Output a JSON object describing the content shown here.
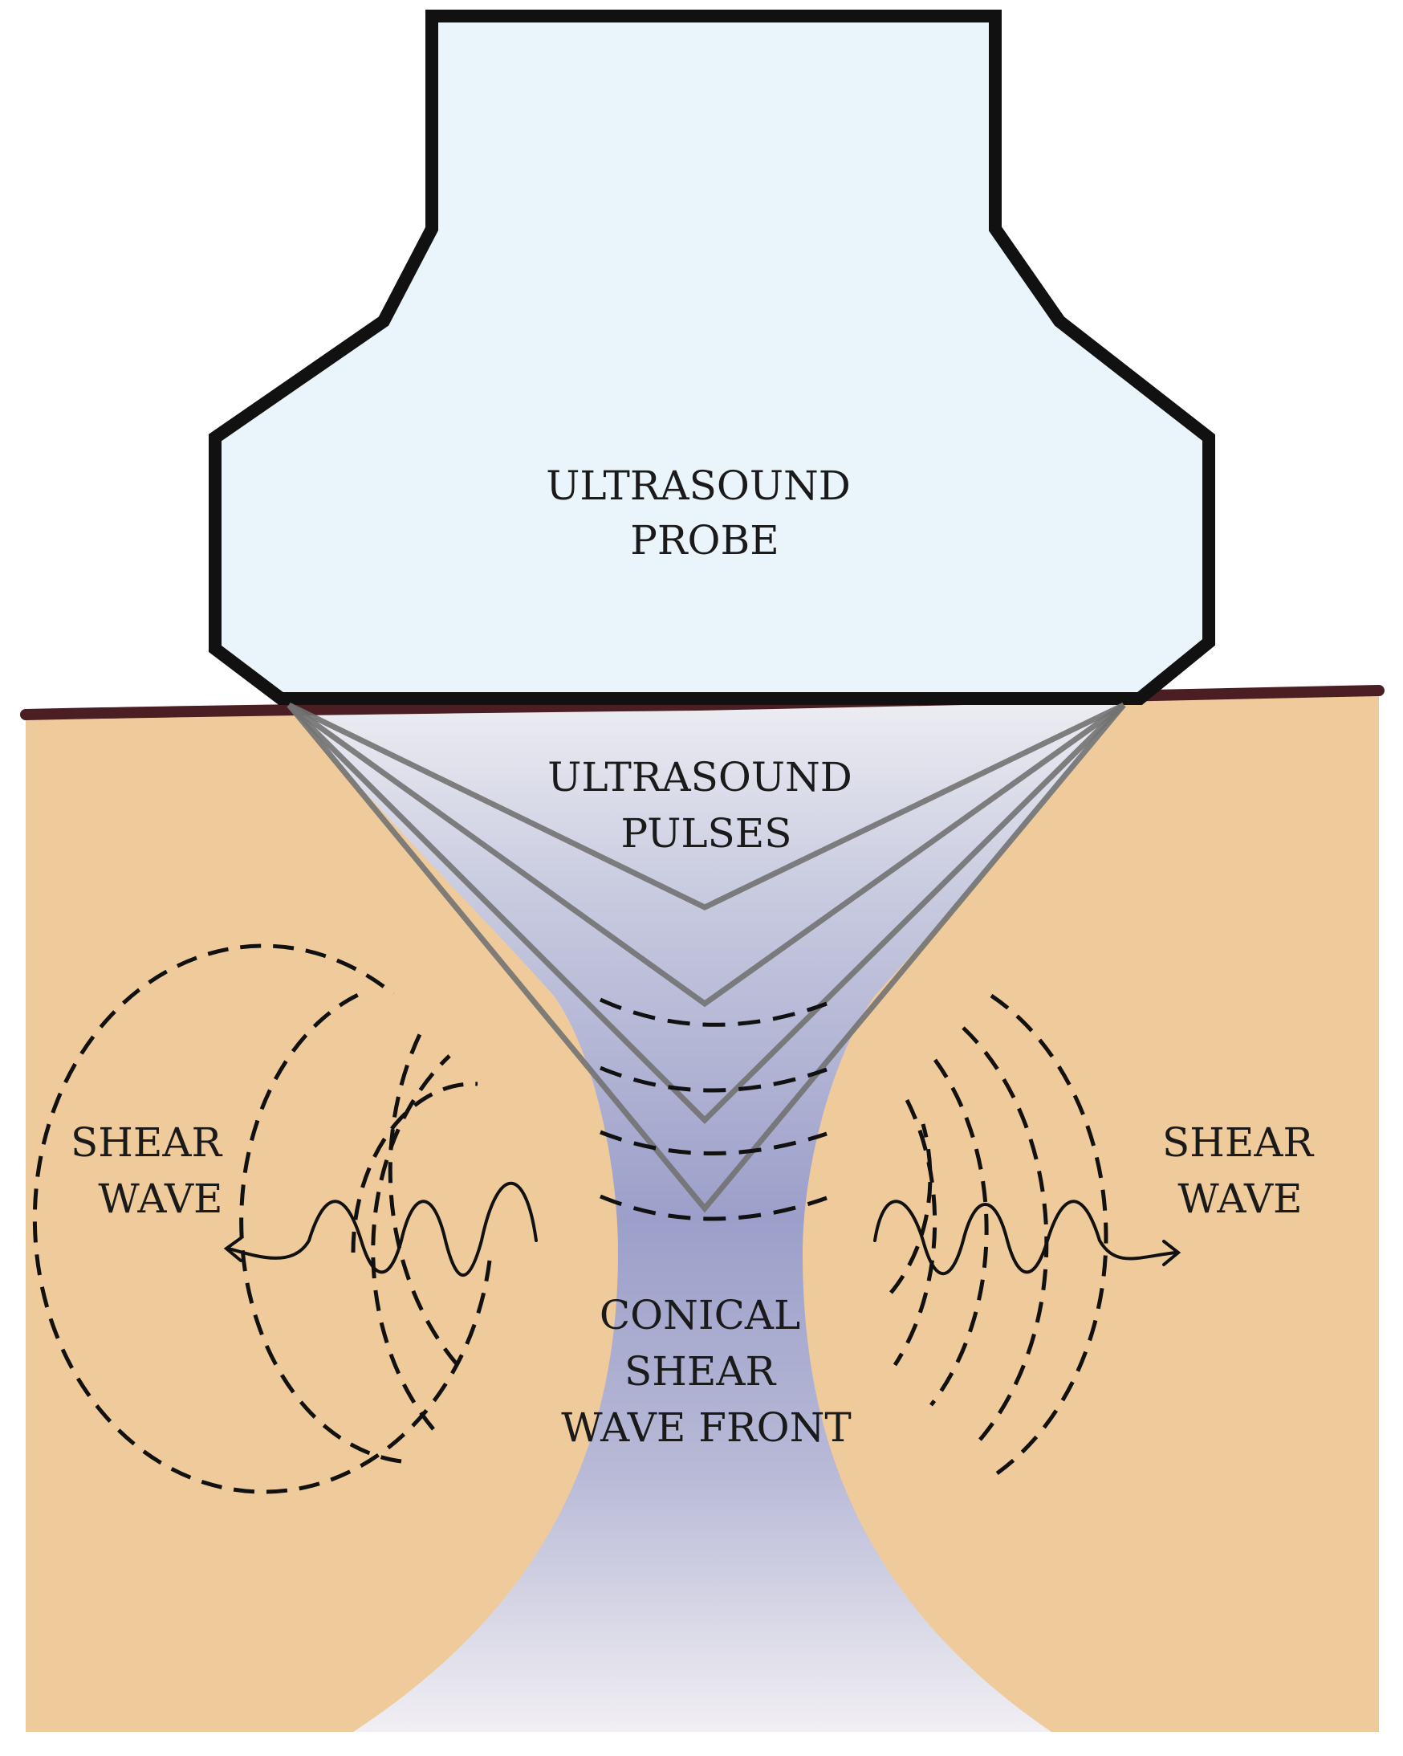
{
  "labels": {
    "probe": [
      "ULTRASOUND",
      "PROBE"
    ],
    "pulses": [
      "ULTRASOUND",
      "PULSES"
    ],
    "front": [
      "CONICAL",
      "SHEAR",
      "WAVE FRONT"
    ],
    "shear_left": [
      "SHEAR",
      "WAVE"
    ],
    "shear_right": [
      "SHEAR",
      "WAVE"
    ]
  },
  "colors": {
    "tissue": "#efcb9b",
    "skin_line": "#4a1e22",
    "probe_fill": "#eaf4fb",
    "probe_outline": "#111111",
    "cone_top": "#ececf2",
    "cone_mid": "#9c9fc9",
    "cone_bottom": "#f1eff3",
    "pulse_lines": "#727272",
    "wave_lines": "#111111",
    "text": "#1a1a1a"
  }
}
